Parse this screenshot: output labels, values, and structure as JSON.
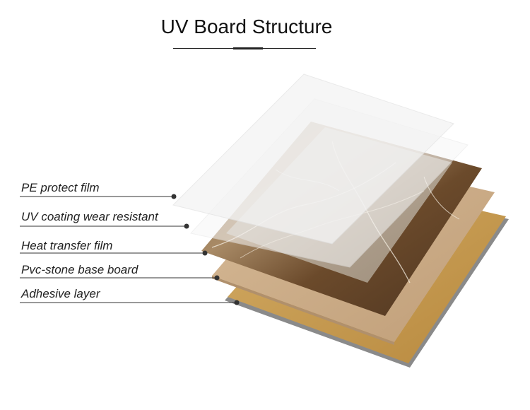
{
  "title": "UV Board Structure",
  "colors": {
    "text": "#222222",
    "adhesive": "#c49a4e",
    "base_board": "#c9a882",
    "marble_dark": "#6b4a2b",
    "marble_light": "#c9bfb2",
    "film": "#f2f2f2"
  },
  "layers": [
    {
      "label": "PE protect film"
    },
    {
      "label": "UV coating wear resistant"
    },
    {
      "label": "Heat transfer film"
    },
    {
      "label": "Pvc-stone base board"
    },
    {
      "label": "Adhesive layer"
    }
  ]
}
